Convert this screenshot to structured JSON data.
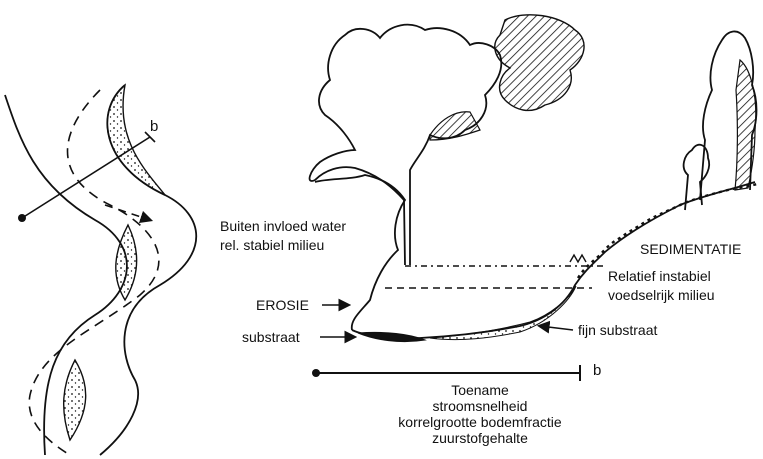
{
  "labels": {
    "point_b_top": "b",
    "point_b_bottom": "b",
    "outside_influence_line1": "Buiten invloed water",
    "outside_influence_line2": "rel. stabiel milieu",
    "erosion": "EROSIE",
    "substrate": "substraat",
    "sedimentation": "SEDIMENTATIE",
    "unstable_line1": "Relatief instabiel",
    "unstable_line2": "voedselrijk milieu",
    "fine_substrate": "fijn substraat",
    "increase_title": "Toename",
    "increase_items": [
      "stroomsnelheid",
      "korrelgrootte bodemfractie",
      "zuurstofgehalte"
    ]
  },
  "colors": {
    "ink": "#111111",
    "background": "#ffffff"
  }
}
